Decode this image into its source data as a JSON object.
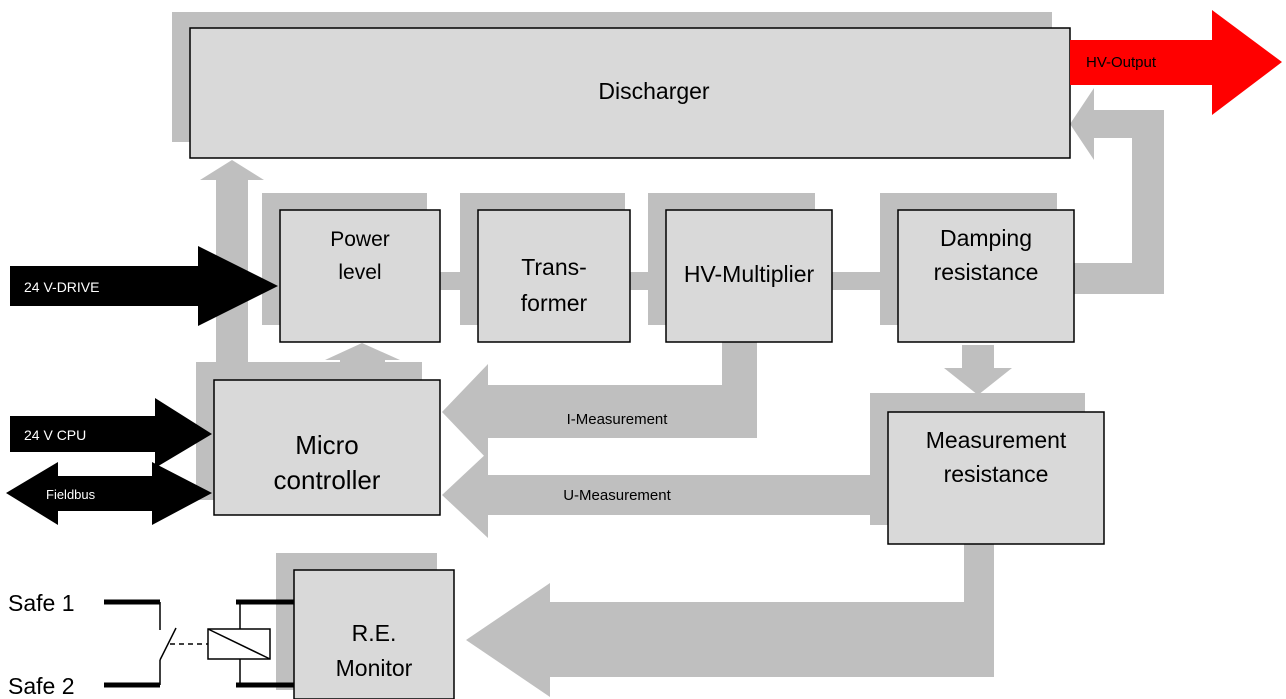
{
  "blocks": {
    "discharger": "Discharger",
    "power_level": [
      "Power",
      "level"
    ],
    "transformer": [
      "Trans-",
      "former"
    ],
    "hv_multiplier": "HV-Multiplier",
    "damping_resistance": [
      "Damping",
      "resistance"
    ],
    "micro_controller": [
      "Micro",
      "controller"
    ],
    "measurement_resistance": [
      "Measurement",
      "resistance"
    ],
    "re_monitor": [
      "R.E.",
      "Monitor"
    ]
  },
  "signals": {
    "hv_output": "HV-Output",
    "drive_24v": "24 V-DRIVE",
    "cpu_24v": "24 V CPU",
    "fieldbus": "Fieldbus",
    "i_measurement": "I-Measurement",
    "u_measurement": "U-Measurement"
  },
  "safety": {
    "safe_1": "Safe 1",
    "safe_2": "Safe 2"
  },
  "colors": {
    "block_fill": "#d9d9d9",
    "shadow": "#bfbfbf",
    "hv_output_arrow": "#ff0000",
    "input_arrow": "#000000"
  }
}
